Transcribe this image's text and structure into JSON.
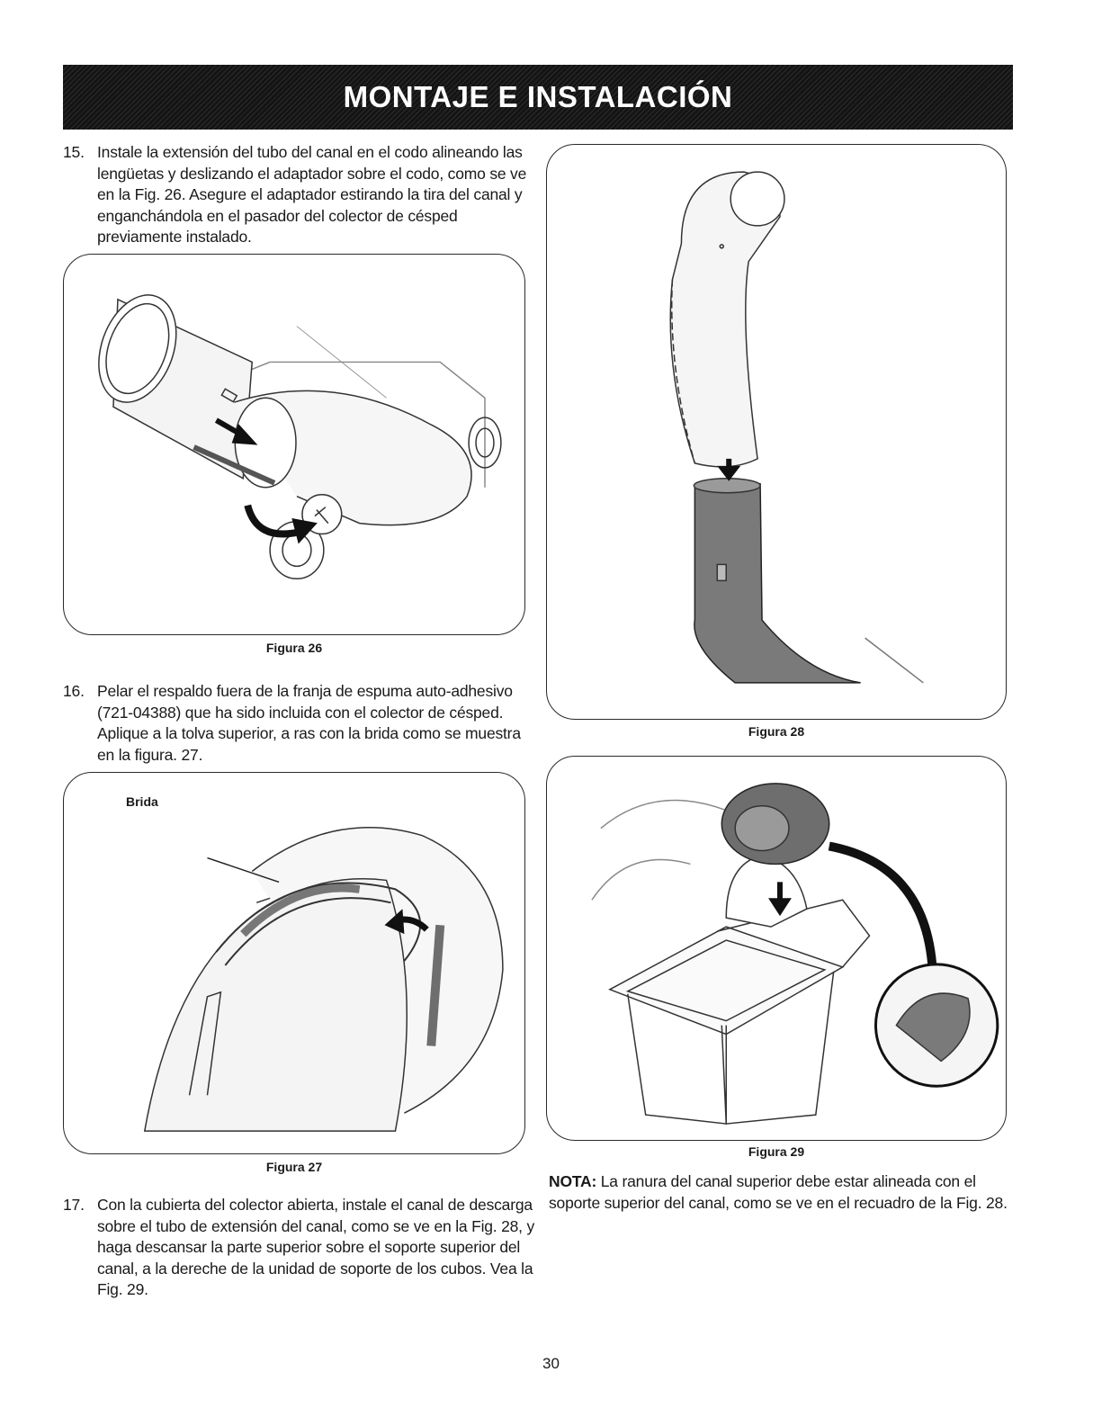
{
  "header": {
    "title": "MONTAJE E INSTALACIÓN"
  },
  "steps": [
    {
      "number": "15.",
      "text": "Instale la extensión del tubo del canal en el codo alineando las lengüetas y deslizando el adaptador sobre el codo, como se ve en la Fig. 26. Asegure el adaptador estirando la tira del canal y enganchándola en el pasador del colector de césped previamente instalado."
    },
    {
      "number": "16.",
      "text": "Pelar el respaldo fuera de la franja de espuma auto-adhesivo (721-04388) que ha sido incluida con el colector de césped. Aplique a la tolva superior, a ras con la brida como se muestra en la figura. 27."
    },
    {
      "number": "17.",
      "text": "Con la cubierta del colector abierta, instale el canal de descarga sobre el tubo de extensión del canal, como se ve en la Fig. 28, y haga descansar la parte superior sobre el soporte superior del canal, a la dereche de la unidad de soporte de los cubos. Vea la Fig. 29."
    }
  ],
  "figures": {
    "fig26": {
      "caption": "Figura 26"
    },
    "fig27": {
      "caption": "Figura 27",
      "label": "Brida"
    },
    "fig28": {
      "caption": "Figura 28"
    },
    "fig29": {
      "caption": "Figura 29"
    }
  },
  "note": {
    "label": "NOTA:",
    "text": " La ranura del canal superior debe estar alineada con el soporte superior del canal, como se ve en el recuadro de la Fig. 28."
  },
  "page_number": "30",
  "colors": {
    "banner": "#141414",
    "text": "#1a1a1a",
    "dark_part": "#6e6e6e"
  }
}
